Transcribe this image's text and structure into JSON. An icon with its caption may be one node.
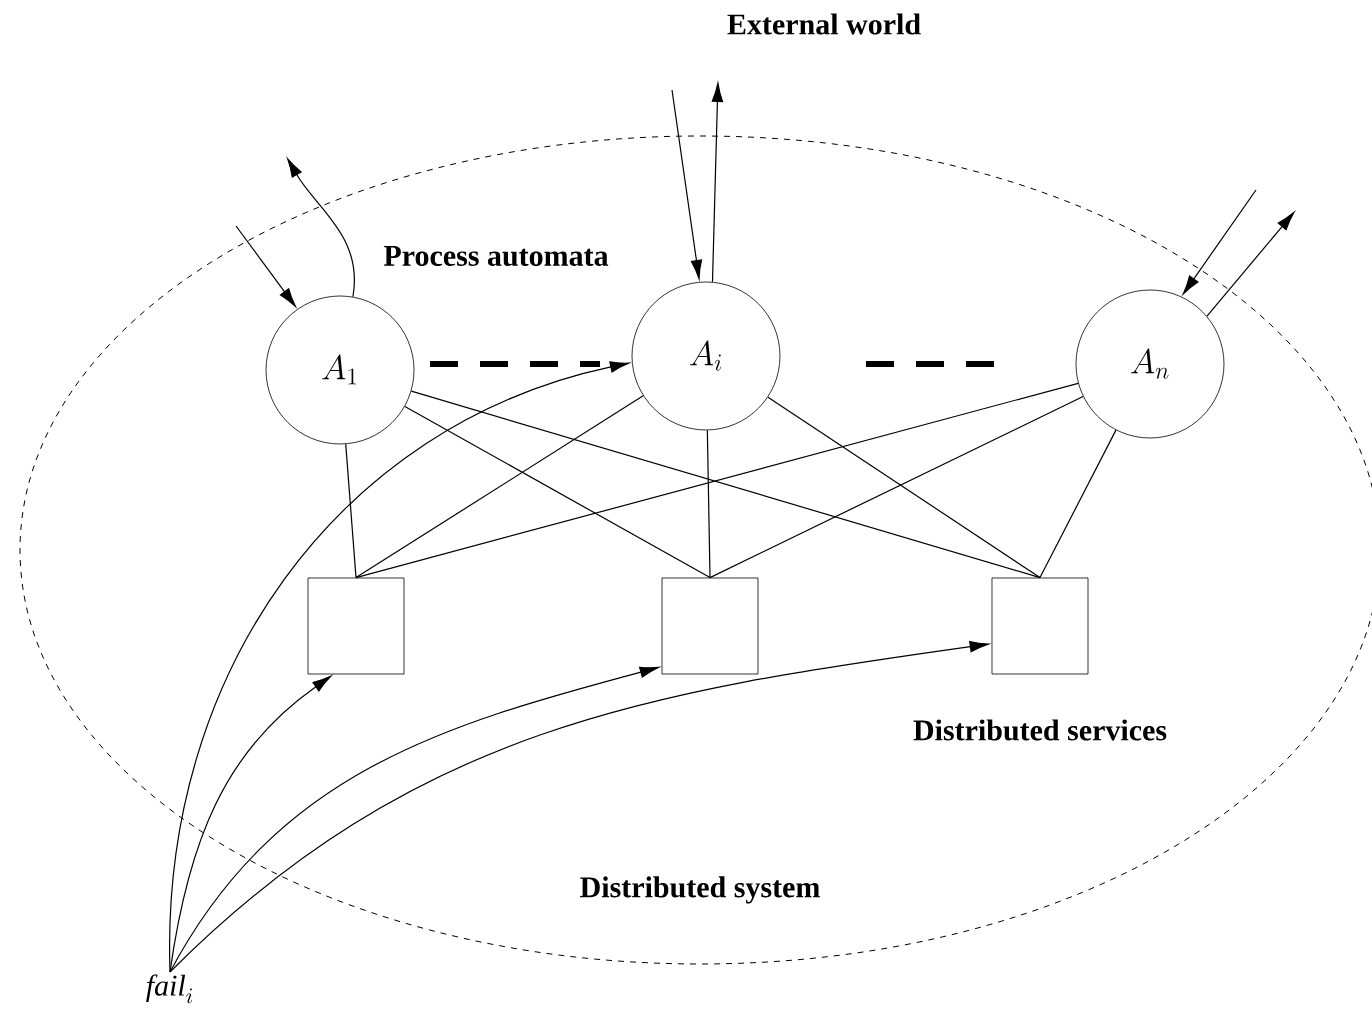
{
  "diagram": {
    "nodes": [
      {
        "text": [
          "Distributed system"
        ]
      },
      {
        "text": [
          "A_1"
        ],
        "in": 0
      },
      {
        "text": [
          "A_i"
        ],
        "in": 0
      },
      {
        "text": [
          "A_n"
        ],
        "in": 0
      },
      {
        "text": [],
        "shape": "box",
        "in": 0
      },
      {
        "text": [],
        "shape": "box",
        "in": 0
      },
      {
        "text": [],
        "shape": "box",
        "in": 0
      },
      {
        "text": [
          "\\mathit{fail}_i"
        ]
      }
    ],
    "edges": [
      {
        "from": null,
        "to": 1,
        "arrow": "to"
      },
      {
        "from": 1,
        "to": null,
        "arrow": "to"
      },
      {
        "from": null,
        "to": 2,
        "arrow": "to"
      },
      {
        "from": 2,
        "to": null,
        "arrow": "to"
      },
      {
        "from": null,
        "to": 3,
        "arrow": "to"
      },
      {
        "from": 3,
        "to": null,
        "arrow": "to"
      },
      {
        "from": 1,
        "to": 4,
        "arrow": "none"
      },
      {
        "from": 1,
        "to": 5,
        "arrow": "none"
      },
      {
        "from": 1,
        "to": 6,
        "arrow": "none"
      },
      {
        "from": 2,
        "to": 4,
        "arrow": "none"
      },
      {
        "from": 2,
        "to": 5,
        "arrow": "none"
      },
      {
        "from": 2,
        "to": 6,
        "arrow": "none"
      },
      {
        "from": 3,
        "to": 4,
        "arrow": "none"
      },
      {
        "from": 3,
        "to": 5,
        "arrow": "none"
      },
      {
        "from": 3,
        "to": 6,
        "arrow": "none"
      },
      {
        "from": 7,
        "to": 2,
        "arrow": "to"
      },
      {
        "from": 7,
        "to": 4,
        "arrow": "to"
      },
      {
        "from": 7,
        "to": 5,
        "arrow": "to"
      },
      {
        "from": 7,
        "to": 6,
        "arrow": "to"
      }
    ],
    "labels": [
      "External world",
      "Process automata",
      "Distributed services"
    ]
  }
}
